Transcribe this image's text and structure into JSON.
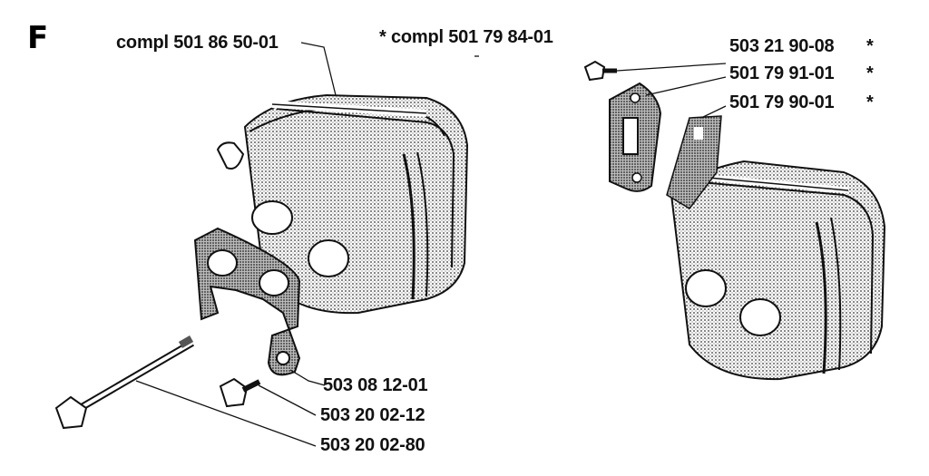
{
  "section_letter": "F",
  "labels": {
    "muffler_left": "compl 501 86 50-01",
    "muffler_right": "* compl 501 79 84-01",
    "screw_top": "503 21 90-08",
    "gasket_top": "501 79 91-01",
    "screen": "501 79 90-01",
    "gasket_bottom": "503 08 12-01",
    "screw_short": "503 20 02-12",
    "screw_long": "503 20 02-80",
    "star": "*"
  }
}
